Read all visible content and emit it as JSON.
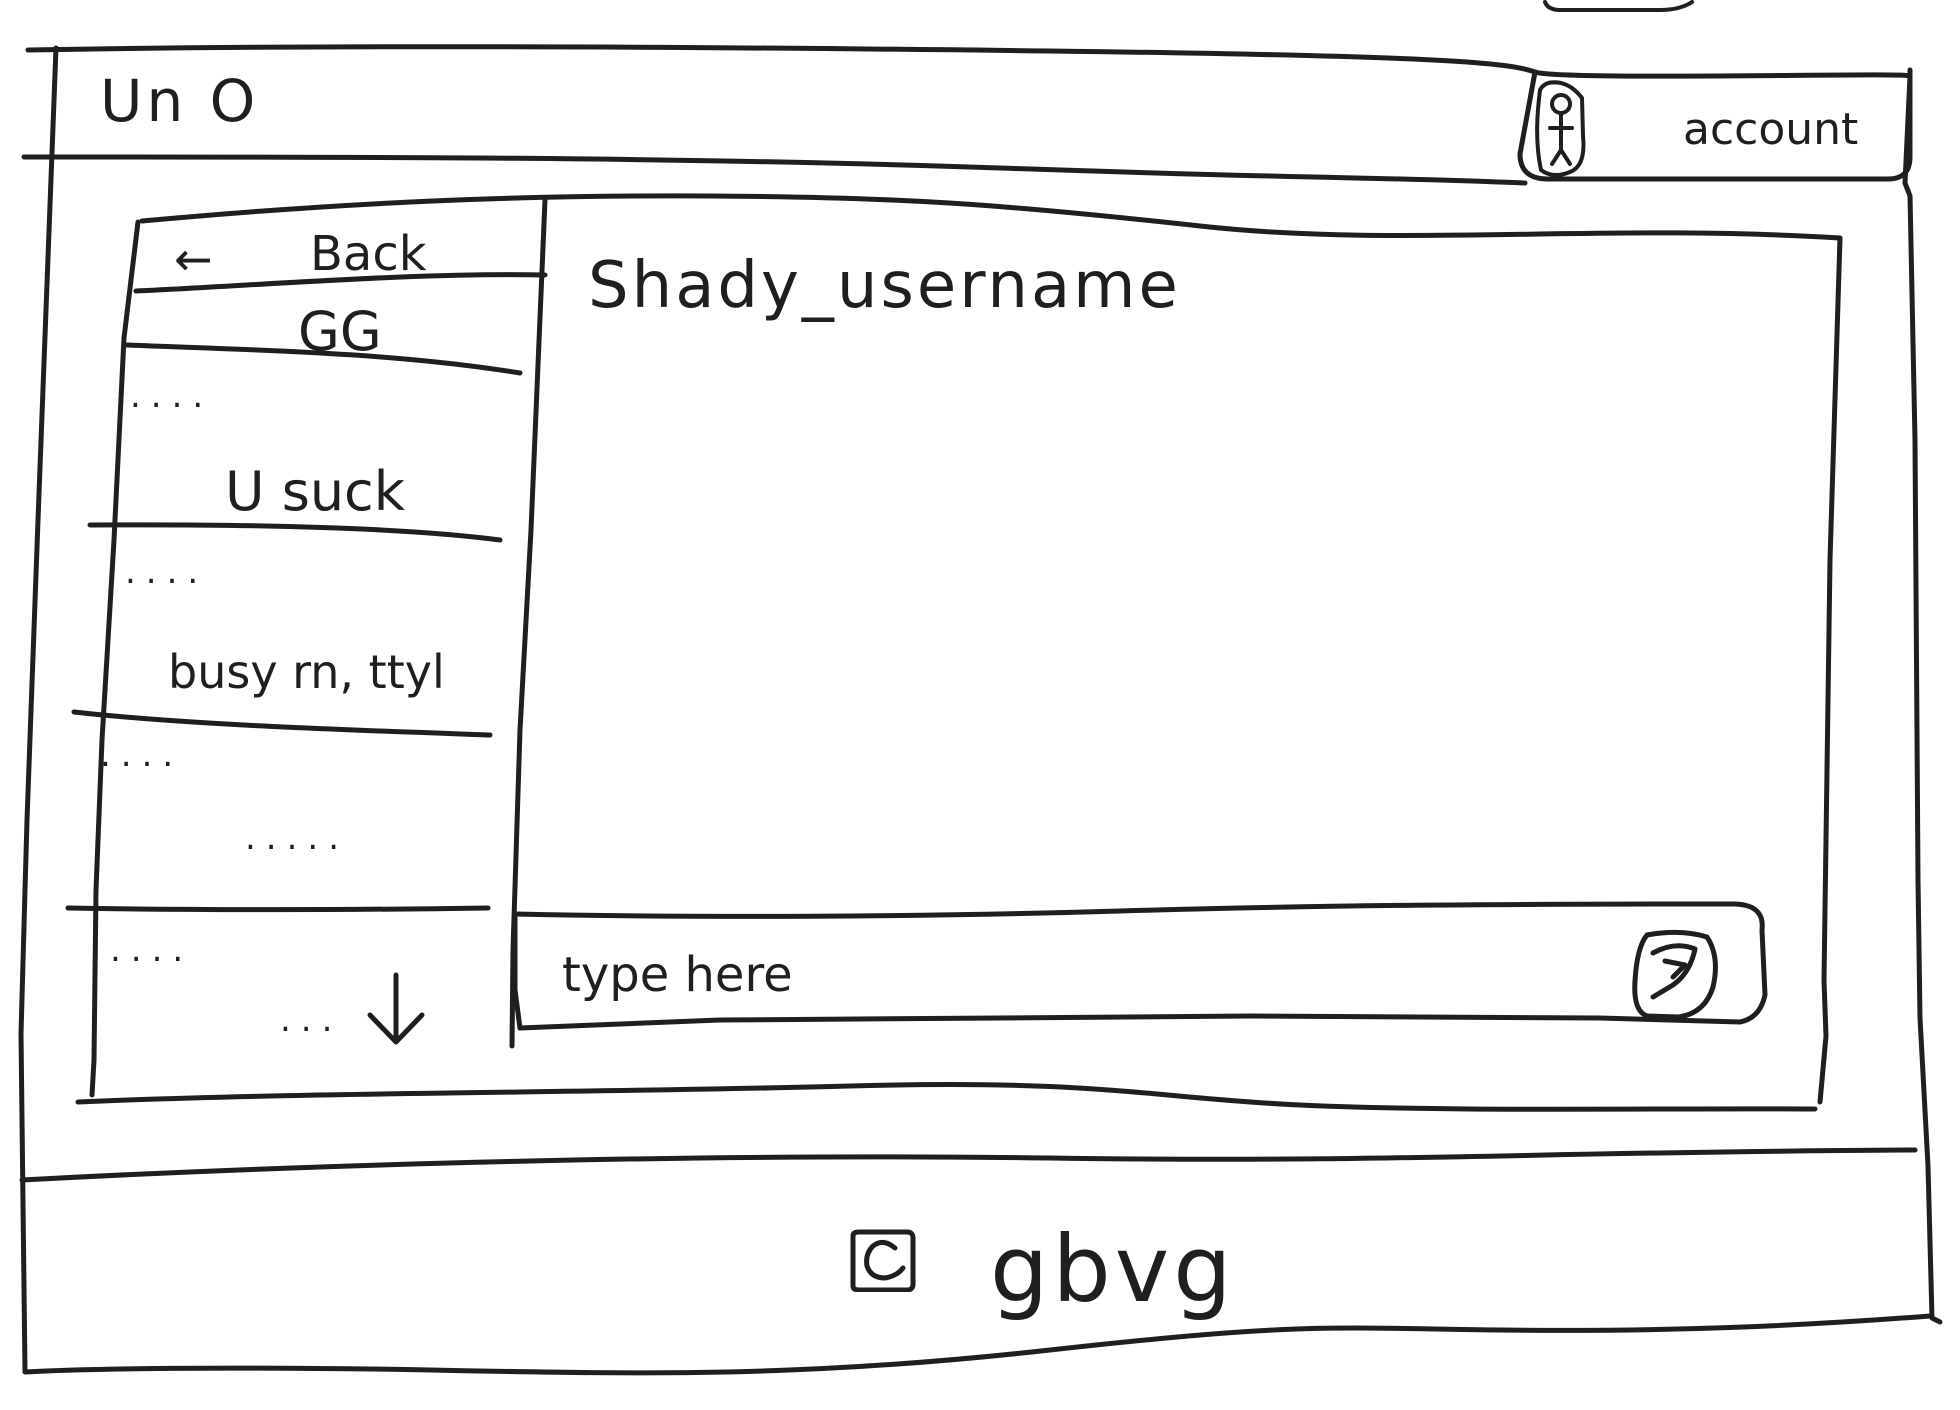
{
  "app": {
    "logo_text": "Un O"
  },
  "header": {
    "account_label": "account",
    "account_icon": "user-icon"
  },
  "sidebar": {
    "back_label": "Back",
    "back_icon": "left-arrow-icon",
    "scroll_icon": "down-arrow-icon",
    "conversations": [
      {
        "title": "GG",
        "preview": "...."
      },
      {
        "title": "U suck",
        "preview": "...."
      },
      {
        "title": "busy rn, ttyl",
        "preview": "...."
      },
      {
        "title": "",
        "preview": "....."
      },
      {
        "title": "",
        "preview": "...."
      },
      {
        "title": "",
        "preview": "..."
      }
    ]
  },
  "chat": {
    "username": "Shady_username",
    "input_placeholder": "type here",
    "send_icon": "send-icon"
  },
  "footer": {
    "brand": "gbvg",
    "copyright_icon": "copyright-icon"
  }
}
